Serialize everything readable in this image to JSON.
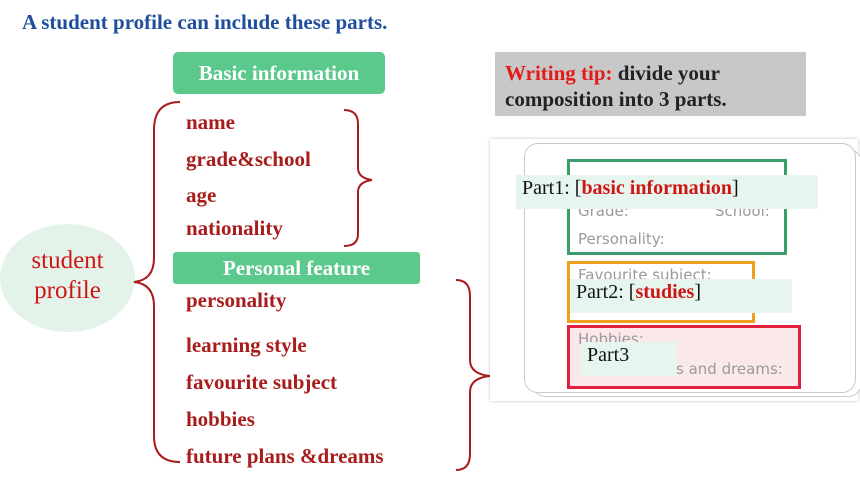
{
  "title": "A student profile can include these parts.",
  "center": {
    "line1": "student",
    "line2": "profile"
  },
  "basic": {
    "label": "Basic information",
    "items": [
      "name",
      "grade&school",
      "age",
      "nationality"
    ]
  },
  "personal": {
    "label": "Personal feature",
    "items": [
      "personality",
      "learning style",
      "favourite subject",
      "hobbies",
      "future plans &dreams"
    ]
  },
  "tip": {
    "label": "Writing tip:",
    "text1": " divide your",
    "text2": "composition into 3 parts."
  },
  "image": {
    "sections": {
      "grade": "Grade:",
      "school": "School:",
      "personality": "Personality:",
      "favourite": "Favourite subject:",
      "hobbies": "Hobbies:",
      "dreams": "s and dreams:"
    },
    "part1": {
      "prefix": "Part1: [",
      "highlight": "basic information",
      "suffix": "]"
    },
    "part2": {
      "prefix": "Part2: [",
      "highlight": "studies",
      "suffix": "]"
    },
    "part3": {
      "label": "Part3"
    }
  },
  "colors": {
    "green": "#3a9e6a",
    "orange": "#f0a020",
    "red": "#e0203c"
  }
}
